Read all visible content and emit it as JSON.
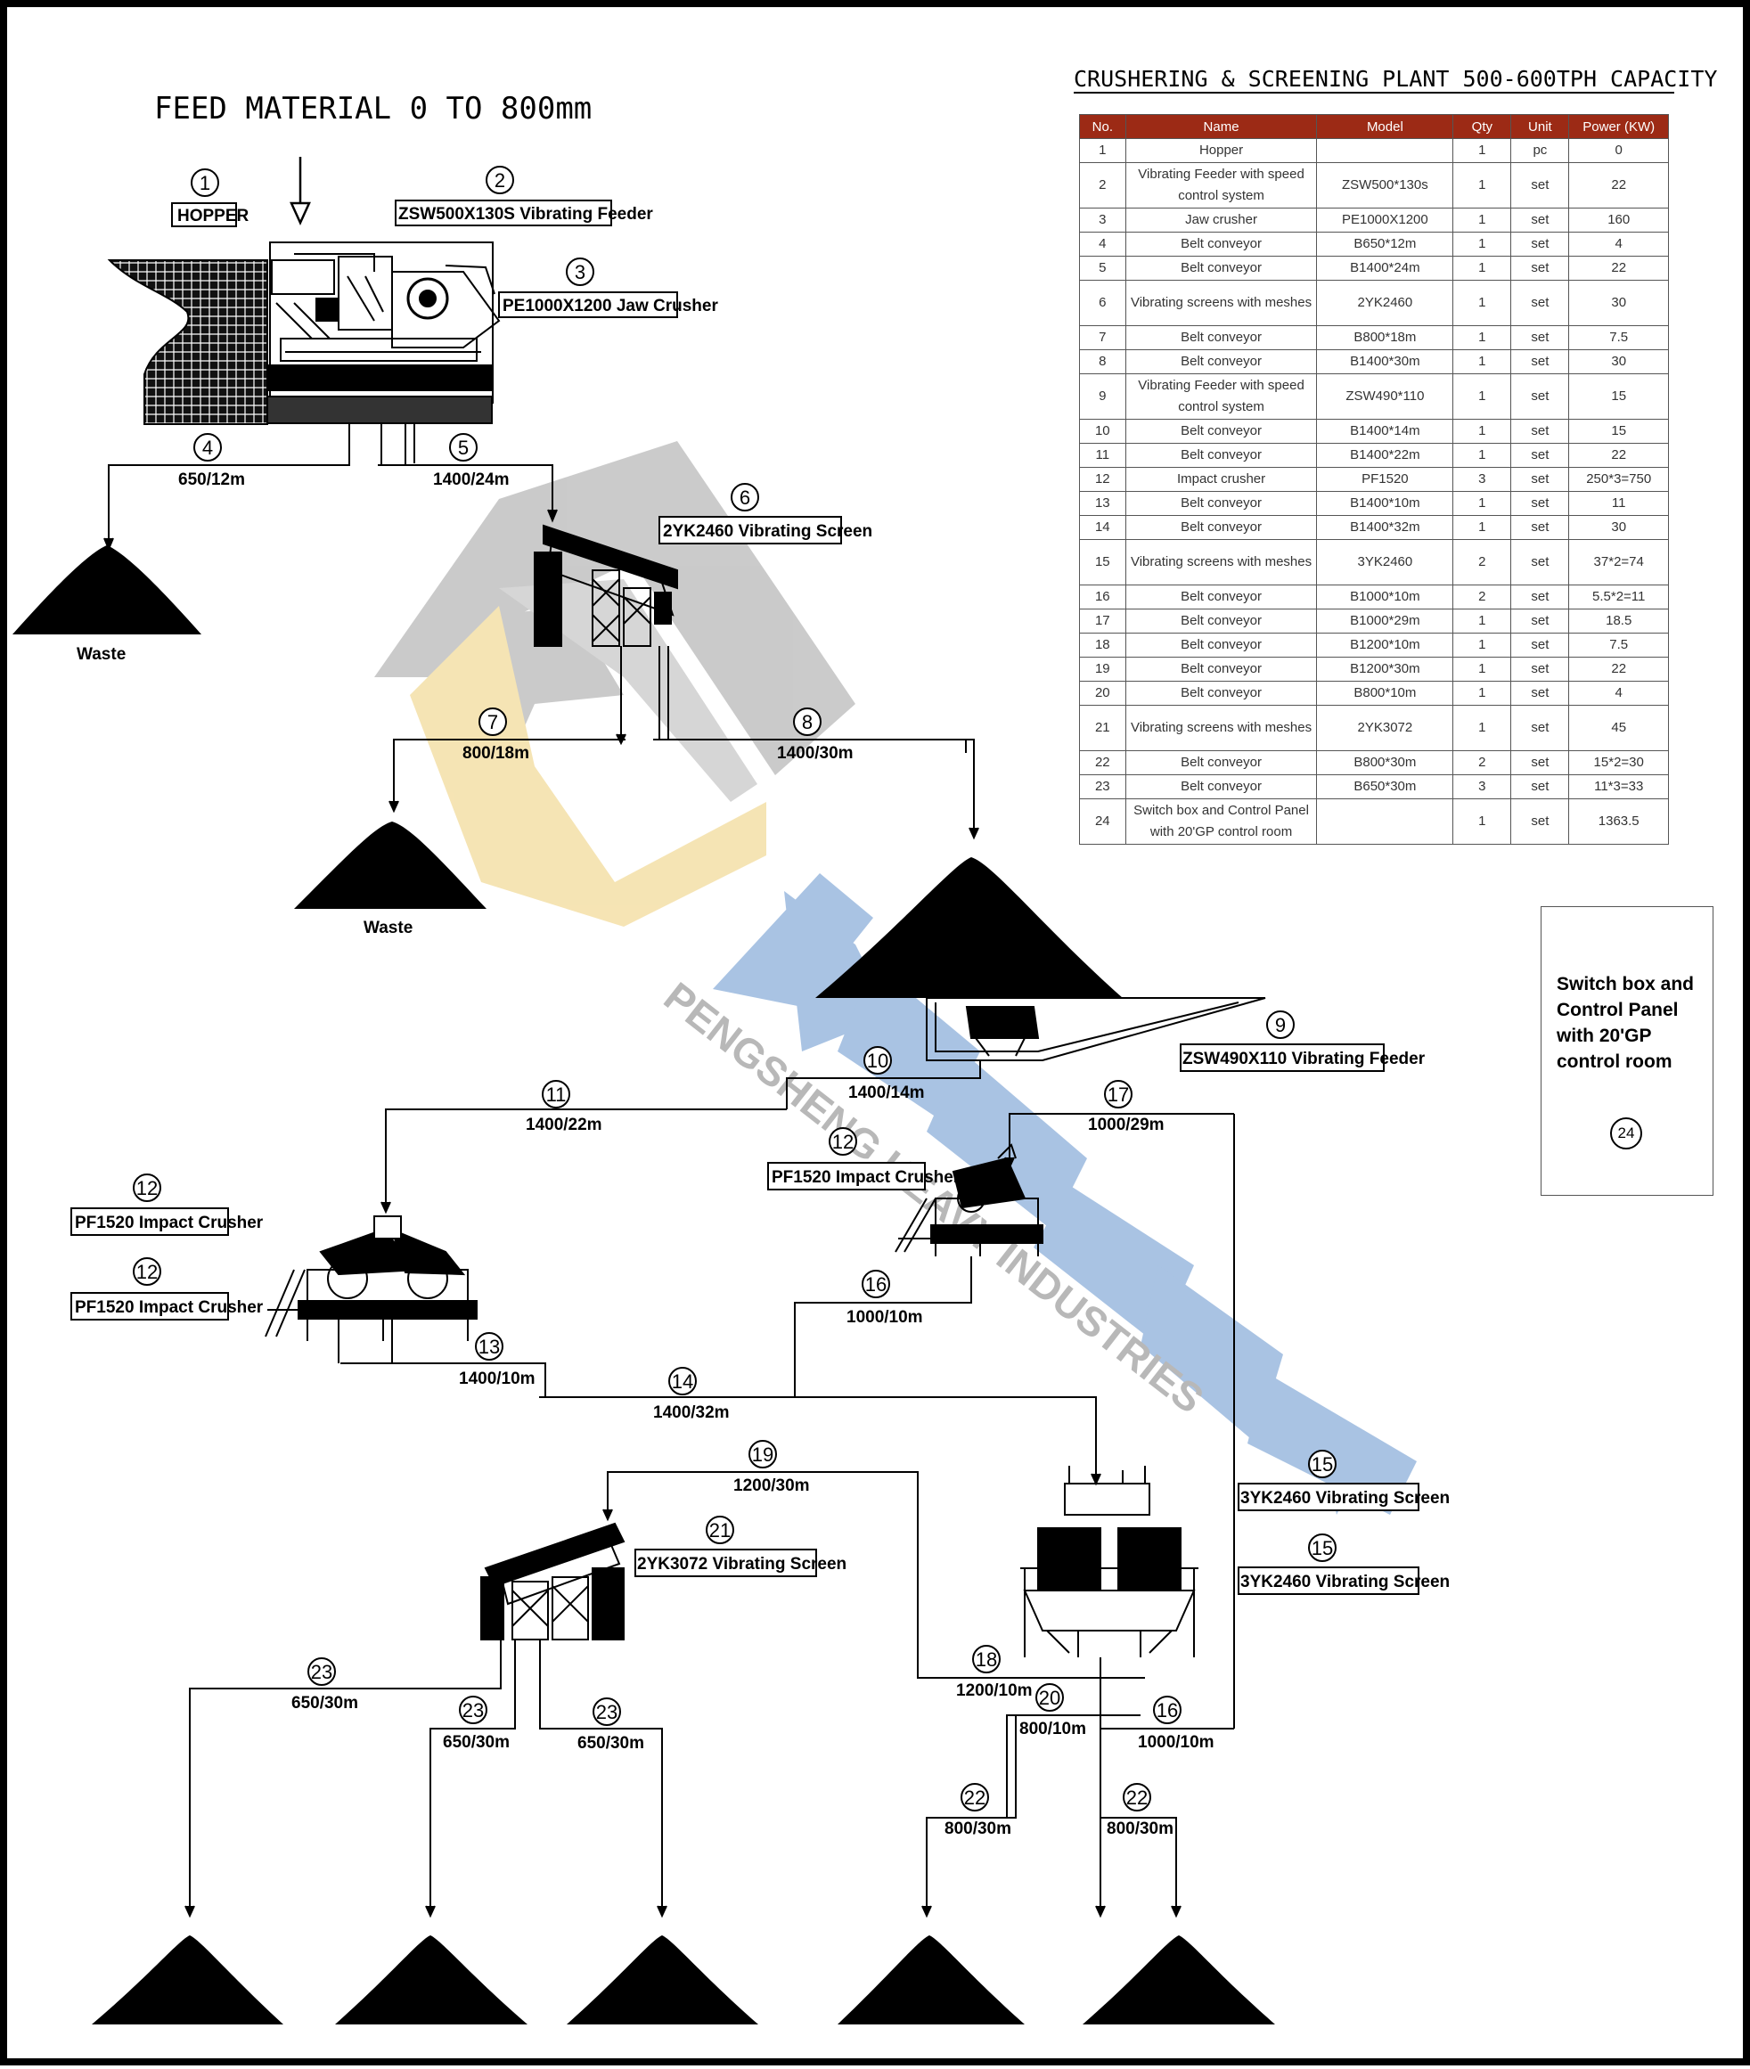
{
  "feed_title": "FEED MATERIAL 0 TO 800mm",
  "table_title": "CRUSHERING & SCREENING PLANT 500-600TPH CAPACITY",
  "table_headers": [
    "No.",
    "Name",
    "Model",
    "Qty",
    "Unit",
    "Power (KW)"
  ],
  "table_rows": [
    [
      "1",
      "Hopper",
      "",
      "1",
      "pc",
      "0"
    ],
    [
      "2",
      "Vibrating Feeder with speed control system",
      "ZSW500*130s",
      "1",
      "set",
      "22"
    ],
    [
      "3",
      "Jaw crusher",
      "PE1000X1200",
      "1",
      "set",
      "160"
    ],
    [
      "4",
      "Belt conveyor",
      "B650*12m",
      "1",
      "set",
      "4"
    ],
    [
      "5",
      "Belt conveyor",
      "B1400*24m",
      "1",
      "set",
      "22"
    ],
    [
      "6",
      "Vibrating screens with meshes",
      "2YK2460",
      "1",
      "set",
      "30"
    ],
    [
      "7",
      "Belt conveyor",
      "B800*18m",
      "1",
      "set",
      "7.5"
    ],
    [
      "8",
      "Belt conveyor",
      "B1400*30m",
      "1",
      "set",
      "30"
    ],
    [
      "9",
      "Vibrating Feeder with speed control system",
      "ZSW490*110",
      "1",
      "set",
      "15"
    ],
    [
      "10",
      "Belt conveyor",
      "B1400*14m",
      "1",
      "set",
      "15"
    ],
    [
      "11",
      "Belt conveyor",
      "B1400*22m",
      "1",
      "set",
      "22"
    ],
    [
      "12",
      "Impact crusher",
      "PF1520",
      "3",
      "set",
      "250*3=750"
    ],
    [
      "13",
      "Belt conveyor",
      "B1400*10m",
      "1",
      "set",
      "11"
    ],
    [
      "14",
      "Belt conveyor",
      "B1400*32m",
      "1",
      "set",
      "30"
    ],
    [
      "15",
      "Vibrating screens with meshes",
      "3YK2460",
      "2",
      "set",
      "37*2=74"
    ],
    [
      "16",
      "Belt conveyor",
      "B1000*10m",
      "2",
      "set",
      "5.5*2=11"
    ],
    [
      "17",
      "Belt conveyor",
      "B1000*29m",
      "1",
      "set",
      "18.5"
    ],
    [
      "18",
      "Belt conveyor",
      "B1200*10m",
      "1",
      "set",
      "7.5"
    ],
    [
      "19",
      "Belt conveyor",
      "B1200*30m",
      "1",
      "set",
      "22"
    ],
    [
      "20",
      "Belt conveyor",
      "B800*10m",
      "1",
      "set",
      "4"
    ],
    [
      "21",
      "Vibrating screens with meshes",
      "2YK3072",
      "1",
      "set",
      "45"
    ],
    [
      "22",
      "Belt conveyor",
      "B800*30m",
      "2",
      "set",
      "15*2=30"
    ],
    [
      "23",
      "Belt conveyor",
      "B650*30m",
      "3",
      "set",
      "11*3=33"
    ],
    [
      "24",
      "Switch box and Control Panel with 20'GP control room",
      "",
      "1",
      "set",
      "1363.5"
    ]
  ],
  "control_box": {
    "text": "Switch box and Control Panel with 20'GP control room",
    "num": "24"
  },
  "diagram": {
    "labels": {
      "hopper": "HOPPER",
      "feeder": "ZSW500X130S Vibrating Feeder",
      "jaw": "PE1000X1200 Jaw Crusher",
      "screen6": "2YK2460 Vibrating Screen",
      "feeder9": "ZSW490X110 Vibrating Feeder",
      "pf_a": "PF1520 Impact Crusher",
      "pf_b": "PF1520 Impact Crusher",
      "pf_c": "PF1520 Impact Crusher",
      "screen15a": "3YK2460 Vibrating Screen",
      "screen15b": "3YK2460 Vibrating Screen",
      "screen21": "2YK3072 Vibrating Screen",
      "waste1": "Waste",
      "waste2": "Waste"
    },
    "circles": {
      "c1": "1",
      "c2": "2",
      "c3": "3",
      "c4": "4",
      "c5": "5",
      "c6": "6",
      "c7": "7",
      "c8": "8",
      "c9": "9",
      "c10": "10",
      "c11": "11",
      "c12a": "12",
      "c12b": "12",
      "c12c": "12",
      "c13": "13",
      "c14": "14",
      "c15a": "15",
      "c15b": "15",
      "c16a": "16",
      "c16b": "16",
      "c17": "17",
      "c18": "18",
      "c19": "19",
      "c20": "20",
      "c21": "21",
      "c22a": "22",
      "c22b": "22",
      "c23a": "23",
      "c23b": "23",
      "c23c": "23"
    },
    "captions": {
      "k4": "650/12m",
      "k5": "1400/24m",
      "k7": "800/18m",
      "k8": "1400/30m",
      "k10": "1400/14m",
      "k11": "1400/22m",
      "k17": "1000/29m",
      "k16a": "1000/10m",
      "k13": "1400/10m",
      "k14": "1400/32m",
      "k19": "1200/30m",
      "k18": "1200/10m",
      "k20": "800/10m",
      "k16b": "1000/10m",
      "k22a": "800/30m",
      "k22b": "800/30m",
      "k23a": "650/30m",
      "k23b": "650/30m",
      "k23c": "650/30m"
    }
  },
  "watermark": {
    "company": "PENGSHENG HEAVY INDUSTRIES",
    "logo_gray": "#c8c8c8",
    "logo_yellow": "#f5e3b0",
    "text_blue": "#a9c3e3",
    "text_gray": "#b8b8b8"
  }
}
